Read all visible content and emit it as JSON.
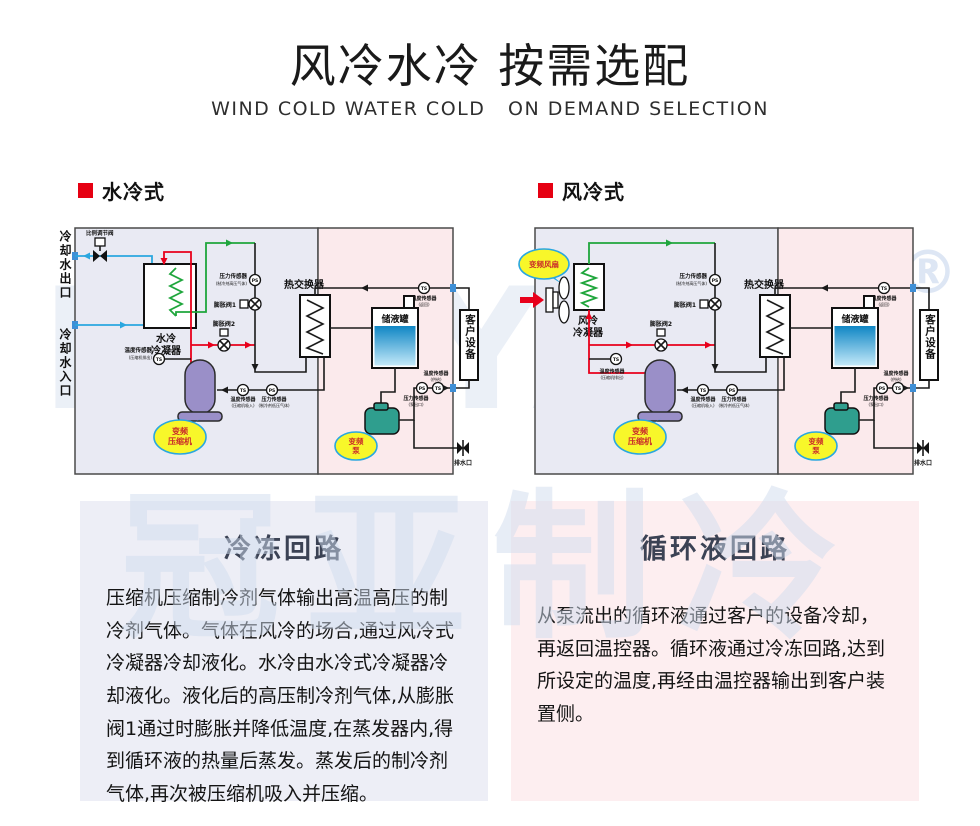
{
  "header": {
    "title": "风冷水冷 按需选配",
    "subtitle": "WIND COLD WATER COLD   ON DEMAND SELECTION"
  },
  "sections": {
    "water": "水冷式",
    "air": "风冷式"
  },
  "watermark": {
    "text1": "LNEYA",
    "text2": "冠亚制冷",
    "reg": "®"
  },
  "labels": {
    "coolant_out": "冷却水出口",
    "coolant_in": "冷却水入口",
    "prop_valve": "比例调节阀",
    "cond_water_1": "水冷",
    "cond_water_2": "冷凝器",
    "cond_air_1": "风冷",
    "cond_air_2": "冷凝器",
    "fan": "变频风扇",
    "ts": "TS",
    "ps": "PS",
    "ts_name": "温度传感器",
    "ps_name": "压力传感器",
    "ps_high_sub": "(制冷剂高压气体)",
    "ps_low_sub": "(制冷剂低压气体)",
    "ts_discharge_sub": "(压缩机排出)",
    "ts_suction_sub": "(压缩机吸入)",
    "ts_return_sub": "(返回)",
    "ts_supply_sub": "(供给)",
    "ps_pump_sub": "(泵出口)",
    "exp1": "膨胀阀1",
    "exp2": "膨胀阀2",
    "hx": "热交换器",
    "tank": "储液罐",
    "customer": "客户设备",
    "drain": "排水口",
    "comp_1": "变频",
    "comp_2": "压缩机",
    "pump_1": "变频",
    "pump_2": "泵"
  },
  "panels": {
    "left": {
      "title": "冷冻回路",
      "body": "压缩机压缩制冷剂气体输出高温高压的制冷剂气体。气体在风冷的场合,通过风冷式冷凝器冷却液化。水冷由水冷式冷凝器冷却液化。液化后的高压制冷剂气体,从膨胀阀1通过时膨胀并降低温度,在蒸发器内,得到循环液的热量后蒸发。蒸发后的制冷剂气体,再次被压缩机吸入并压缩。"
    },
    "right": {
      "title": "循环液回路",
      "body": "从泵流出的循环液通过客户的设备冷却，再返回温控器。循环液通过冷冻回路,达到所设定的温度,再经由温控器输出到客户装置侧。"
    }
  },
  "colors": {
    "accent_red": "#e60012",
    "pipe_red": "#e8001b",
    "pipe_green": "#1fa63c",
    "pipe_blue": "#2aa7df",
    "panel_lavender": "#e9eaf3",
    "panel_pink": "#fbeaec",
    "tank_blue": "#0f86c4",
    "compressor_purple": "#9a8fc8",
    "pump_teal": "#2f9e8e",
    "label_yellow": "#f8f72a"
  }
}
